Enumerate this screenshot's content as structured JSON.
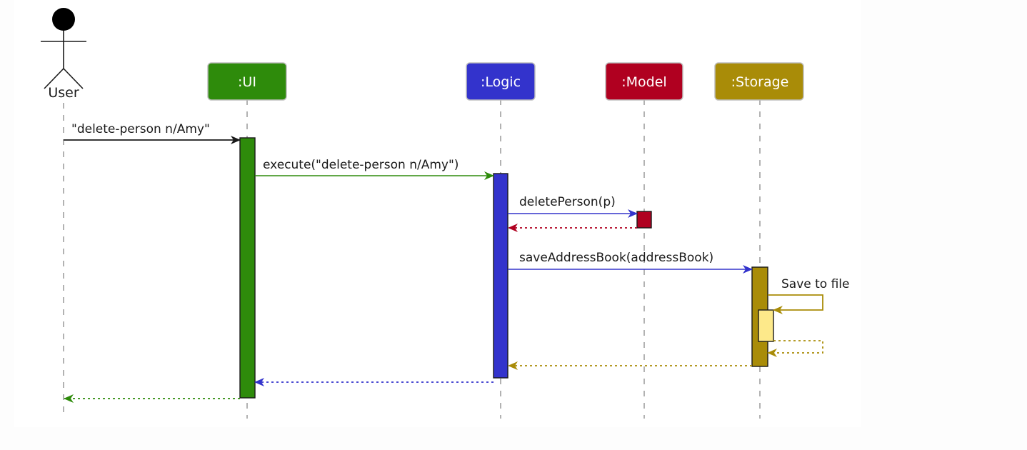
{
  "diagram": {
    "type": "uml-sequence-diagram",
    "title": "",
    "canvas": {
      "background": "#ffffff",
      "page_background": "#fdfdfd"
    }
  },
  "actor": {
    "name": "User",
    "icon": "stick-figure-actor-icon",
    "color": "#000000",
    "lifeline_color": "#999999"
  },
  "participants": [
    {
      "id": "ui",
      "label": ":UI",
      "color": "#2e8b0b",
      "text_color": "#ffffff"
    },
    {
      "id": "logic",
      "label": ":Logic",
      "color": "#3333cc",
      "text_color": "#ffffff"
    },
    {
      "id": "model",
      "label": ":Model",
      "color": "#b00020",
      "text_color": "#ffffff"
    },
    {
      "id": "storage",
      "label": ":Storage",
      "color": "#a98c08",
      "text_color": "#ffffff"
    }
  ],
  "messages": [
    {
      "seq": 1,
      "label": "\"delete-person n/Amy\"",
      "from": "User",
      "to": ":UI",
      "style": "solid",
      "color": "#1a1a1a",
      "direction": "right"
    },
    {
      "seq": 2,
      "label": "execute(\"delete-person n/Amy\")",
      "from": ":UI",
      "to": ":Logic",
      "style": "solid",
      "color": "#2e8b0b",
      "direction": "right"
    },
    {
      "seq": 3,
      "label": "deletePerson(p)",
      "from": ":Logic",
      "to": ":Model",
      "style": "solid",
      "color": "#3333cc",
      "direction": "right"
    },
    {
      "seq": 4,
      "label": "",
      "from": ":Model",
      "to": ":Logic",
      "style": "dotted",
      "color": "#b00020",
      "direction": "left"
    },
    {
      "seq": 5,
      "label": "saveAddressBook(addressBook)",
      "from": ":Logic",
      "to": ":Storage",
      "style": "solid",
      "color": "#3333cc",
      "direction": "right"
    },
    {
      "seq": 6,
      "label": "Save to file",
      "from": ":Storage",
      "to": ":Storage",
      "style": "solid",
      "color": "#a98c08",
      "direction": "self"
    },
    {
      "seq": 7,
      "label": "",
      "from": ":Storage",
      "to": ":Storage",
      "style": "dotted",
      "color": "#a98c08",
      "direction": "self-return"
    },
    {
      "seq": 8,
      "label": "",
      "from": ":Storage",
      "to": ":Logic",
      "style": "dotted",
      "color": "#a98c08",
      "direction": "left"
    },
    {
      "seq": 9,
      "label": "",
      "from": ":Logic",
      "to": ":UI",
      "style": "dotted",
      "color": "#3333cc",
      "direction": "left"
    },
    {
      "seq": 10,
      "label": "",
      "from": ":UI",
      "to": "User",
      "style": "dotted",
      "color": "#2e8b0b",
      "direction": "left"
    }
  ],
  "activations": [
    {
      "owner": ":UI",
      "color": "#2e8b0b"
    },
    {
      "owner": ":Logic",
      "color": "#3333cc"
    },
    {
      "owner": ":Model",
      "color": "#b00020"
    },
    {
      "owner": ":Storage",
      "color": "#a98c08"
    },
    {
      "owner": ":Storage",
      "color": "#fde98a",
      "nested": true
    }
  ]
}
